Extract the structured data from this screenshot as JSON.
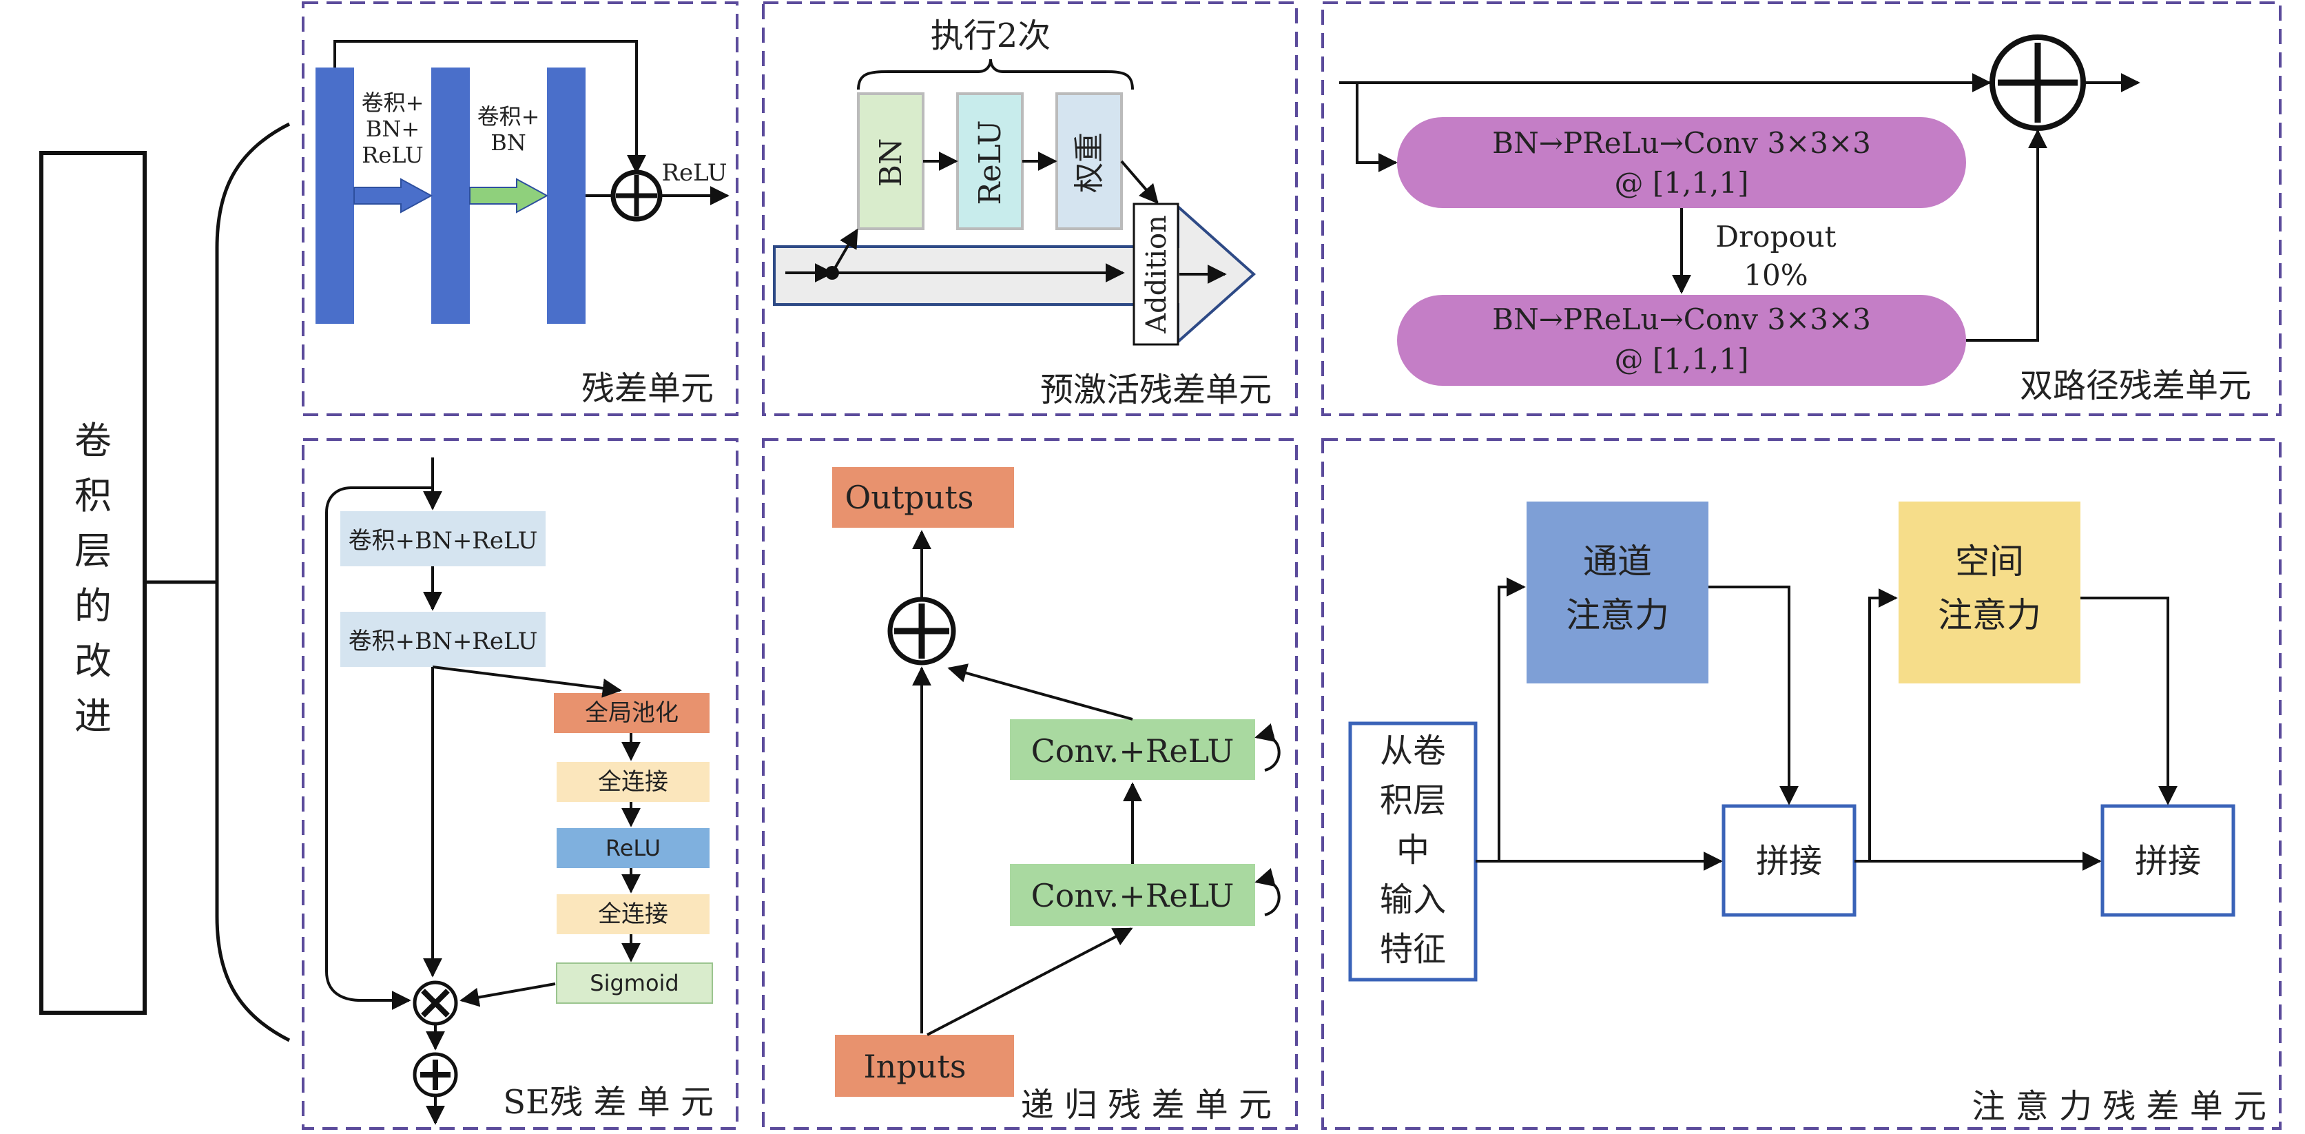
{
  "root": {
    "label": [
      "卷",
      "积",
      "层",
      "的",
      "改",
      "进"
    ]
  },
  "panels": {
    "residual": {
      "caption": "残差单元",
      "label1": [
        "卷积+",
        "BN+",
        "ReLU"
      ],
      "label2": [
        "卷积+",
        "BN"
      ],
      "relu": "ReLU"
    },
    "preact": {
      "caption": "预激活残差单元",
      "repeat": "执行2次",
      "bn": "BN",
      "relu": "ReLU",
      "weight": "权重",
      "addition": "Addition"
    },
    "dualpath": {
      "caption": "双路径残差单元",
      "block_line1": "BN→PReLu→Conv 3×3×3",
      "block_line2": "@ [1,1,1]",
      "dropout": "Dropout",
      "dropout_rate": "10%"
    },
    "se": {
      "caption": "SE残 差 单 元",
      "conv1": "卷积+BN+ReLU",
      "conv2": "卷积+BN+ReLU",
      "pool": "全局池化",
      "fc1": "全连接",
      "relu": "ReLU",
      "fc2": "全连接",
      "sigmoid": "Sigmoid"
    },
    "recursive": {
      "caption": "递 归 残 差 单 元",
      "outputs": "Outputs",
      "inputs": "Inputs",
      "conv_top": "Conv.+ReLU",
      "conv_bottom": "Conv.+ReLU"
    },
    "attention": {
      "caption": "注 意 力 残 差 单 元",
      "channel": [
        "通道",
        "注意力"
      ],
      "spatial": [
        "空间",
        "注意力"
      ],
      "input": [
        "从卷",
        "积层",
        "中",
        "输入",
        "特征"
      ],
      "concat1": "拼接",
      "concat2": "拼接"
    }
  },
  "colors": {
    "dash_border": "#5b4b9b",
    "blue_bar": "#4a6fca",
    "purple_block": "#c47ec6",
    "green_box": "#a9d9a0",
    "orange_box": "#e8926e",
    "light_blue": "#d5e4f0",
    "yellow_box": "#f6dd8a",
    "attn_blue": "#7e9fd6"
  }
}
